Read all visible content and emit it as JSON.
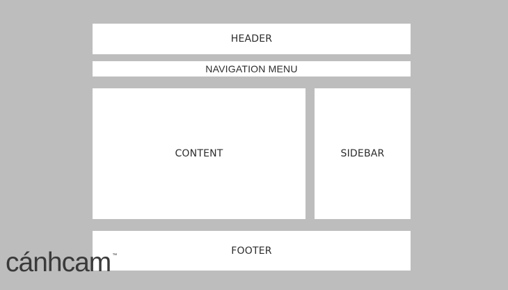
{
  "layout": {
    "header_label": "HEADER",
    "nav_label": "NAVIGATION MENU",
    "content_label": "CONTENT",
    "sidebar_label": "SIDEBAR",
    "footer_label": "FOOTER"
  },
  "brand": {
    "logo_text": "cánhcam",
    "trademark": "™"
  },
  "colors": {
    "background": "#bdbdbd",
    "block": "#ffffff",
    "text": "#2b2b2b",
    "logo": "#3a3a3a"
  }
}
